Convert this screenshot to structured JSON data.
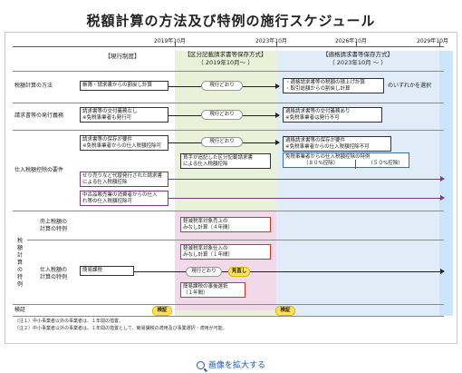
{
  "title": "税額計算の方法及び特例の施行スケジュール",
  "years": [
    "2019年10月",
    "2023年10月",
    "2026年10月",
    "2029年10月"
  ],
  "phases": {
    "current": "【現行制度】",
    "kubun_line1": "【区分記載請求書等保存方式】",
    "kubun_line2": "（ 2019年10月～ ）",
    "tekikaku_line1": "【適格請求書等保存方式】",
    "tekikaku_line2": "（ 2023年10月 ～ ）"
  },
  "rows": {
    "tax_method": "税額計算の方法",
    "invoice_duty": "請求書等の発行義務",
    "input_requirements": "仕入税額控除の要件",
    "special_group": "税額計算の特例",
    "sales_special_1": "売上税額の",
    "sales_special_2": "計算の特例",
    "purchase_special_1": "仕入税額の",
    "purchase_special_2": "計算の特例",
    "review": "検証"
  },
  "boxes": {
    "b1": "帳簿・請求書からの割戻し計算",
    "b2_1": "・適格請求書等の税額の積上げ計算",
    "b2_2": "・取引総額からの割戻し計算",
    "b2_suffix": "のいずれかを選択",
    "b3_1": "請求書等の交付義務なし",
    "b3_2": "※免税事業者も発行可",
    "b4_1": "適格請求書等の交付義務あり",
    "b4_2": "※免税事業者は発行不可",
    "b5_1": "請求書等の保存が要件",
    "b5_2": "※免税事業者からの仕入税額控除可",
    "b6_1": "買手が追記した区分記載請求書",
    "b6_2": "による仕入税額控除",
    "b7_1": "適格請求書等の保存が要件",
    "b7_2": "※免税事業者からの仕入税額控除不可",
    "b8_1": "免税事業者からの仕入税額控除の特例",
    "b8_2": "（８０%控除）",
    "b8_3": "（５０%控除）",
    "b9_1": "せり売りなど代替発行された請求書",
    "b9_2": "による仕入税額控除",
    "b10_1": "中古品販売業の消費者からの仕入",
    "b10_2": "れ等の仕入税額控除可",
    "b11_1": "軽減税率対象売上の",
    "b11_2": "みなし計算（４年間）",
    "b12_1": "軽減税率対象仕入の",
    "b12_2": "みなし計算（１年間）",
    "b13": "簡易課税",
    "b14_1": "簡易課税の事後選択",
    "b14_2": "（１年間）"
  },
  "pills": {
    "p1": "現行どおり",
    "p2": "現行どおり",
    "p3": "現行どおり",
    "p4": "現行どおり"
  },
  "badges": {
    "review1": "検証",
    "review2": "検証",
    "minaoshi": "見直し"
  },
  "notes": {
    "n1": "（注１）中小事業者以外の事業者は、１年間の措置。",
    "n2": "（注２）中小事業者以外の事業者は、１年間の措置として、簡易課税の適用及び事業選択・適用が可能。"
  },
  "zoom_link": "画像を拡大する",
  "colors": {
    "green_zone": "#e9f2d8",
    "blue_zone": "#e0edf8",
    "pink_zone": "#f2d9ea",
    "badge": "#ffe15a",
    "link": "#1a56b0"
  }
}
